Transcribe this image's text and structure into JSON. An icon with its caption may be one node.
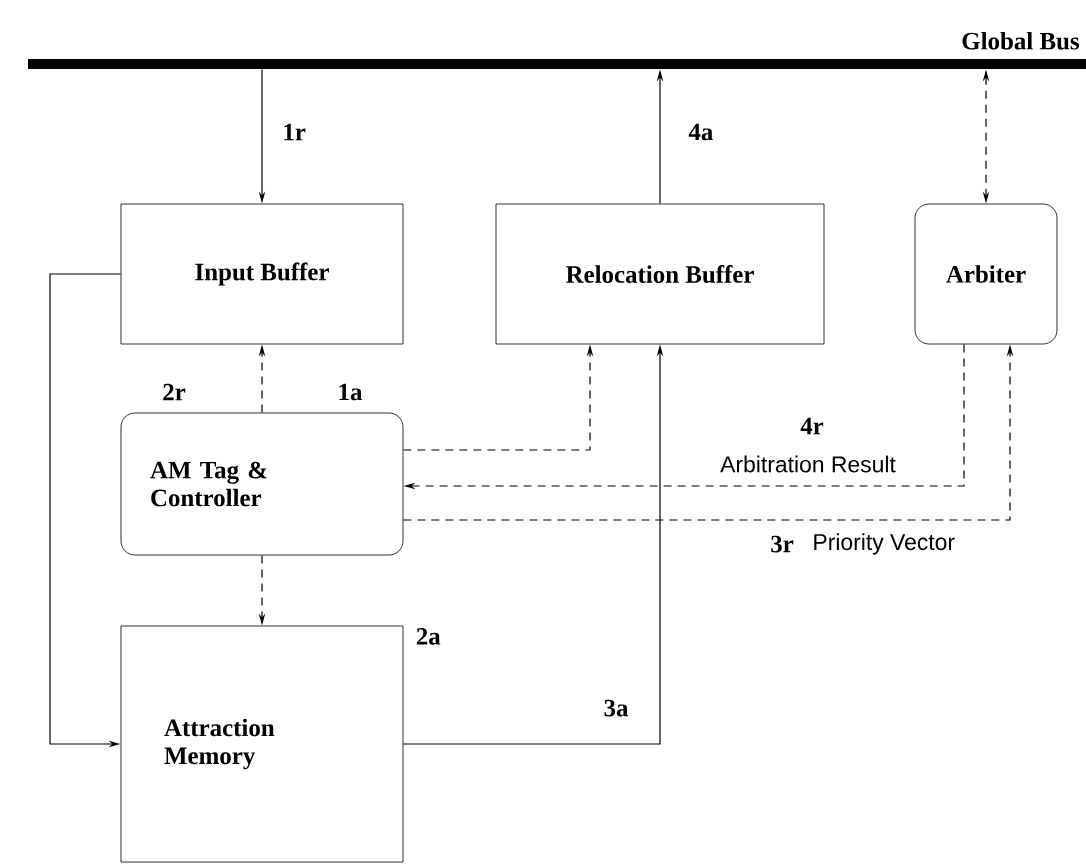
{
  "diagram": {
    "nodes": [
      {
        "text": [
          "Global Bus"
        ]
      },
      {
        "text": [
          "Input Buffer"
        ]
      },
      {
        "text": [
          "Relocation Buffer"
        ]
      },
      {
        "text": [
          "Arbiter"
        ]
      },
      {
        "text": [
          "AM Tag & Controller"
        ]
      },
      {
        "text": [
          "Attraction Memory"
        ],
        "beside": [
          "2a"
        ]
      }
    ],
    "edges": [
      {
        "from": 0,
        "to": 1,
        "arrow": "to",
        "label": "1r"
      },
      {
        "from": 2,
        "to": 0,
        "arrow": "to",
        "label": "4a"
      },
      {
        "from": 0,
        "to": 3,
        "arrow": "both",
        "style": "dashed"
      },
      {
        "from": 4,
        "to": 1,
        "arrow": "to",
        "style": "dashed"
      },
      {
        "from": 4,
        "to": 2,
        "arrow": "to",
        "style": "dashed"
      },
      {
        "from": 3,
        "to": 4,
        "arrow": "to",
        "style": "dashed",
        "label": "Arbitration Result"
      },
      {
        "from": 4,
        "to": 3,
        "arrow": "to",
        "style": "dashed",
        "label": "Priority Vector"
      },
      {
        "from": 4,
        "to": 5,
        "arrow": "to",
        "style": "dashed"
      },
      {
        "from": 1,
        "to": 5,
        "arrow": "to"
      },
      {
        "from": 5,
        "to": 2,
        "arrow": "to",
        "label": "3a"
      }
    ],
    "labels": [
      "2r",
      "1a",
      "4r",
      "3r"
    ]
  }
}
